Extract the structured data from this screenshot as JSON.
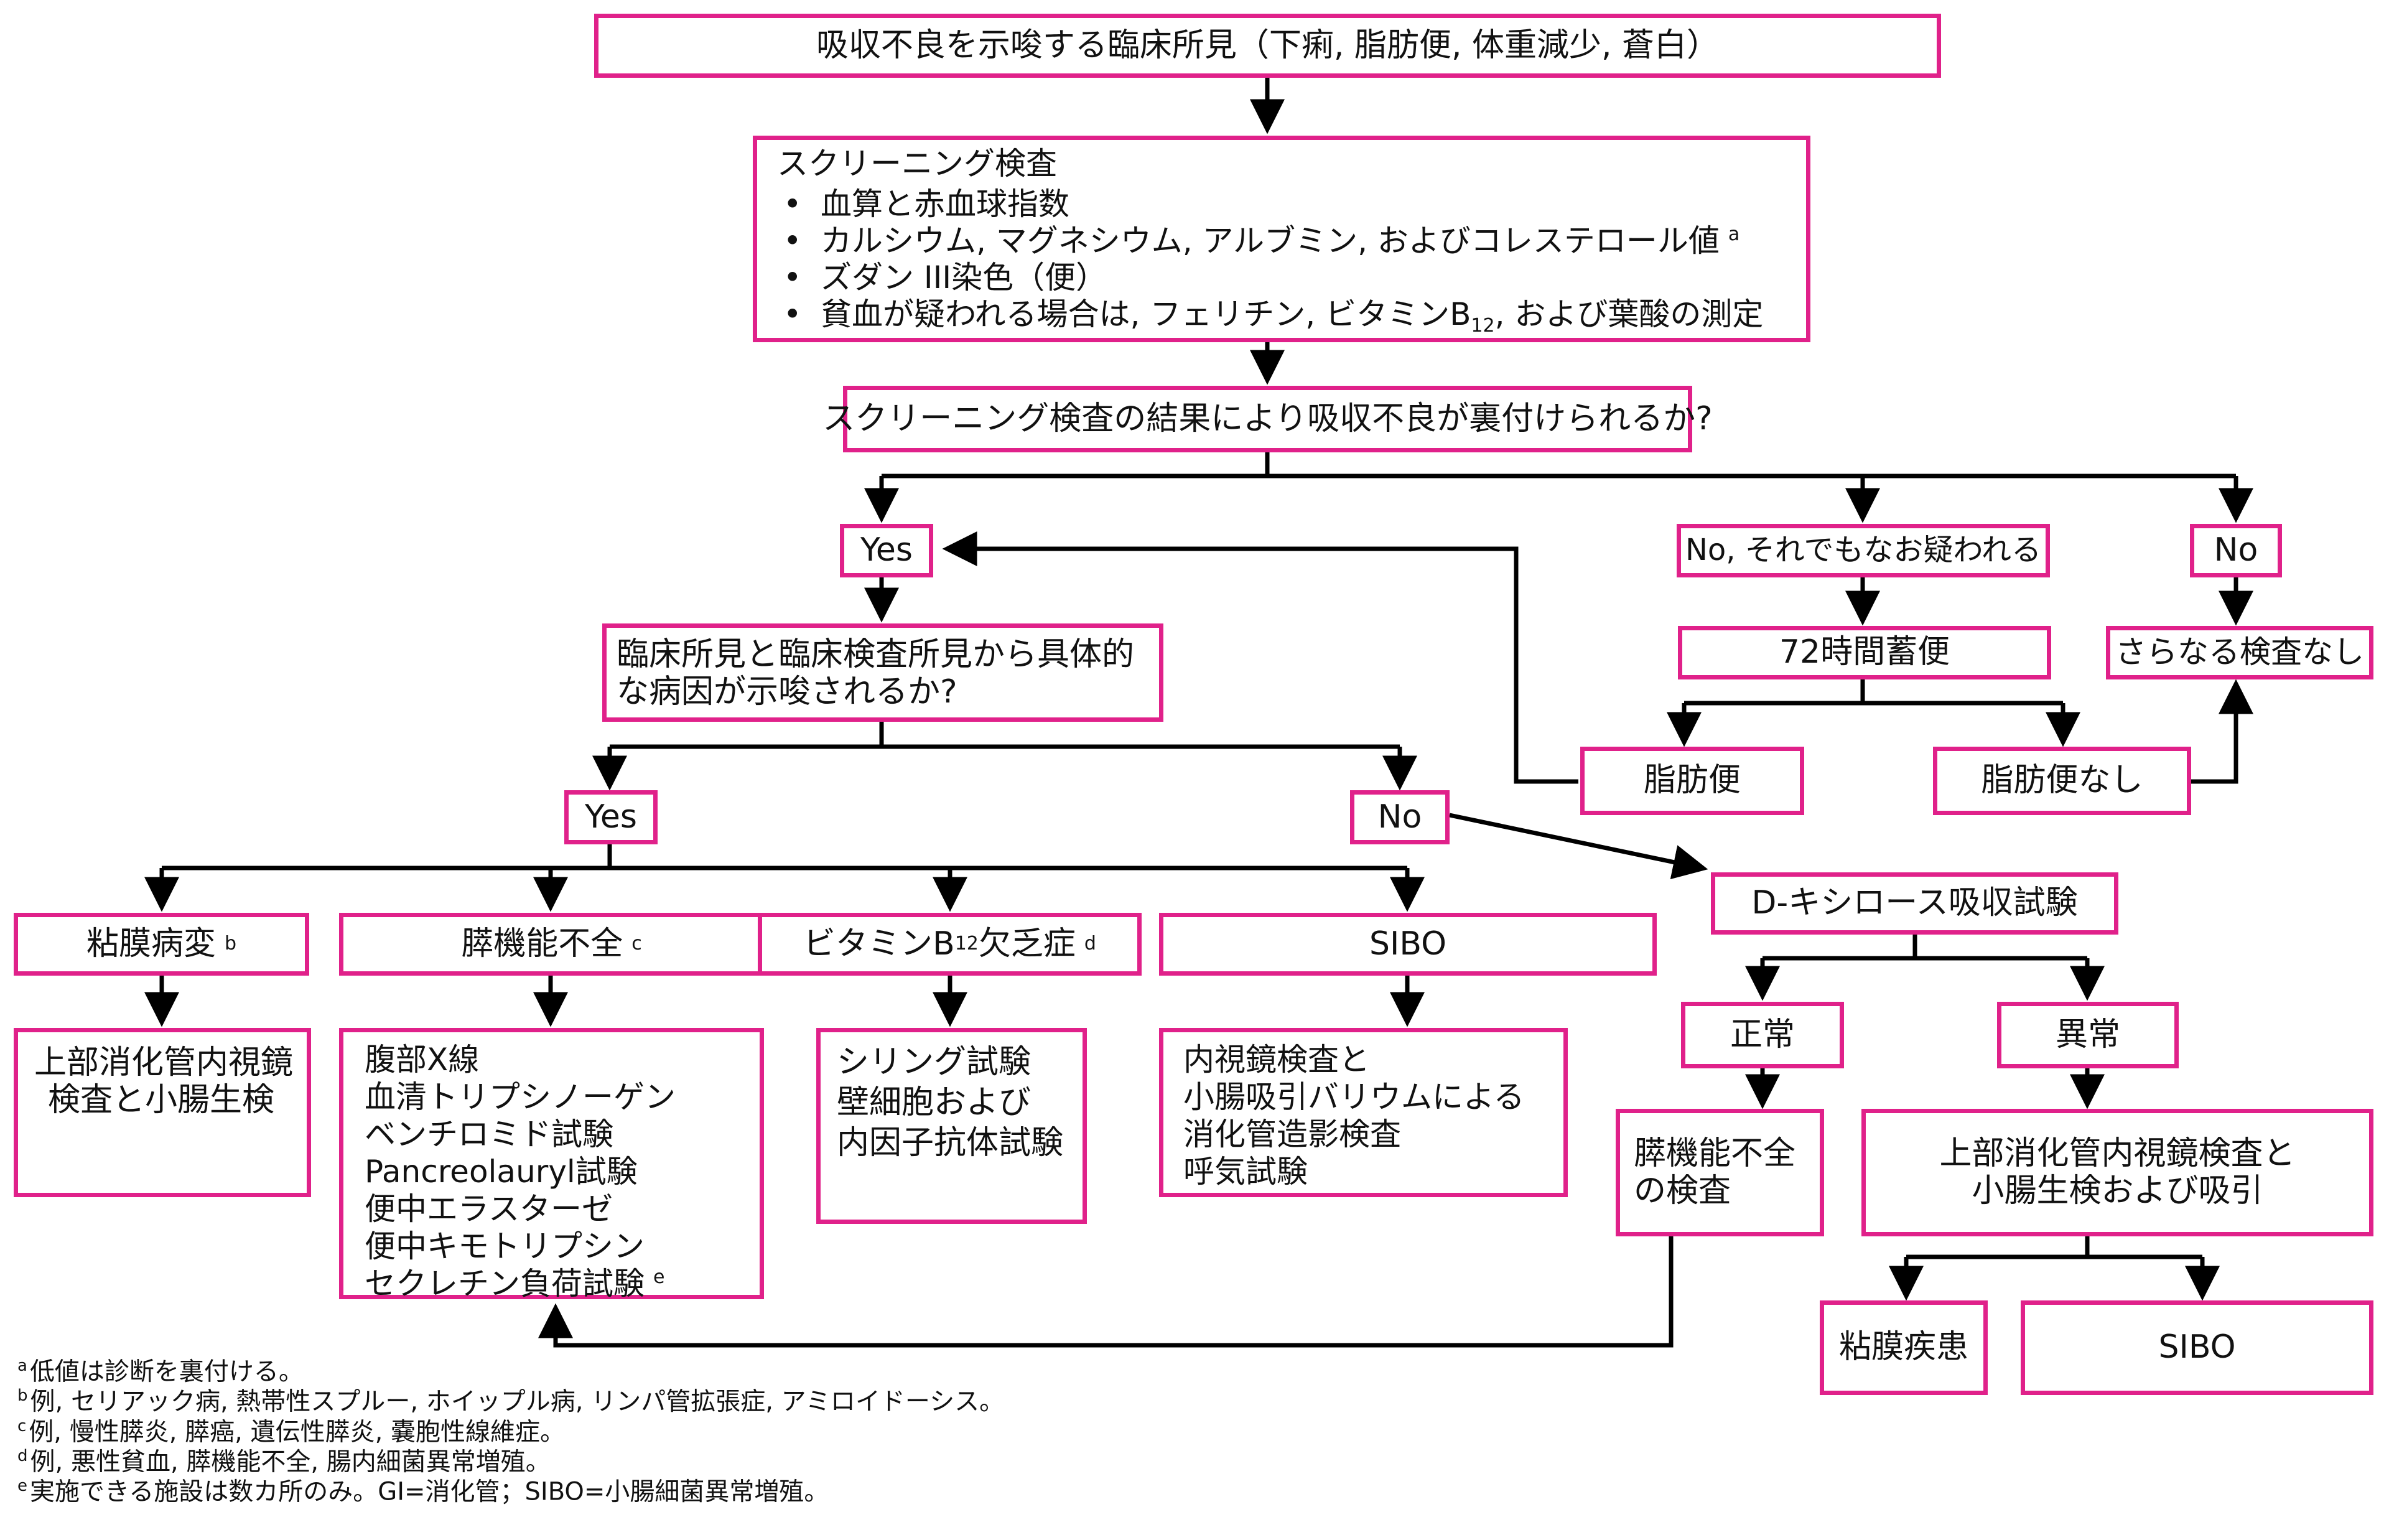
{
  "boxes": {
    "start": "吸収不良を示唆する臨床所見（下痢, 脂肪便, 体重減少, 蒼白）",
    "screening_title": "スクリーニング検査",
    "screening_items": [
      "血算と赤血球指数",
      "カルシウム, マグネシウム, アルブミン, およびコレステロール値",
      "ズダン III染色（便）",
      "貧血が疑われる場合は, フェリチン, ビタミンB"
    ],
    "screening_item2_sup": "a",
    "screening_item4_sub": "12",
    "screening_item4_tail": ", および葉酸の測定",
    "question1": "スクリーニング検査の結果により吸収不良が裏付けられるか?",
    "yes1": "Yes",
    "no_suspected": "No, それでもなお疑われる",
    "no1": "No",
    "question2_line1": "臨床所見と臨床検査所見から具体的",
    "question2_line2": "な病因が示唆されるか?",
    "stool72": "72時間蓄便",
    "no_further": "さらなる検査なし",
    "steatorrhea": "脂肪便",
    "no_steatorrhea": "脂肪便なし",
    "yes2": "Yes",
    "no2": "No",
    "dxylose": "D-キシロース吸収試験",
    "mucosal": "粘膜病変",
    "mucosal_sup": "b",
    "pancreatic": "膵機能不全",
    "pancreatic_sup": "c",
    "b12_pre": "ビタミンB",
    "b12_sub": "12",
    "b12_post": "欠乏症",
    "b12_sup": "d",
    "sibo": "SIBO",
    "normal": "正常",
    "abnormal": "異常",
    "endo_biopsy": [
      "上部消化管内視鏡",
      "検査と小腸生検"
    ],
    "pancreatic_tests": [
      "腹部X線",
      "血清トリプシノーゲン",
      "ベンチロミド試験",
      "Pancreolauryl試験",
      "便中エラスターゼ",
      "便中キモトリプシン",
      "セクレチン負荷試験"
    ],
    "pancreatic_tests_sup": "e",
    "schilling": [
      "シリング試験",
      "壁細胞および",
      "内因子抗体試験"
    ],
    "sibo_tests": [
      "内視鏡検査と",
      "小腸吸引バリウムによる",
      "消化管造影検査",
      "呼気試験"
    ],
    "pancreatic_check": [
      "膵機能不全",
      "の検査"
    ],
    "endo_aspirate": [
      "上部消化管内視鏡検査と",
      "小腸生検および吸引"
    ],
    "mucosal_disease": "粘膜疾患",
    "sibo2": "SIBO"
  },
  "footnotes": [
    {
      "mark": "a",
      "text": "低値は診断を裏付ける。"
    },
    {
      "mark": "b",
      "text": "例, セリアック病, 熱帯性スプルー, ホイップル病, リンパ管拡張症, アミロイドーシス。"
    },
    {
      "mark": "c",
      "text": "例, 慢性膵炎, 膵癌, 遺伝性膵炎, 嚢胞性線維症。"
    },
    {
      "mark": "d",
      "text": "例, 悪性貧血, 膵機能不全, 腸内細菌異常増殖。"
    },
    {
      "mark": "e",
      "text": "実施できる施設は数カ所のみ。GI=消化管；SIBO=小腸細菌異常増殖。"
    }
  ],
  "colors": {
    "box_border": "#e0218a",
    "arrow": "#000000"
  }
}
